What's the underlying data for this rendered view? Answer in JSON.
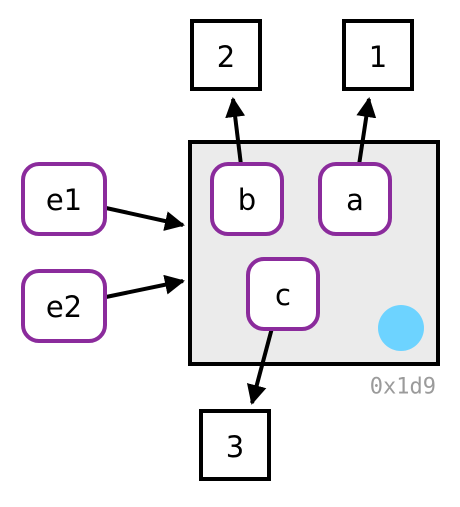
{
  "environment": {
    "id_label": "0x1d9",
    "fill_color": "#ebebeb",
    "border_color": "#000000",
    "dot_color": "#6dd3ff"
  },
  "binding_color": "#8b2b9c",
  "values": {
    "one": "1",
    "two": "2",
    "three": "3"
  },
  "bindings": {
    "a": "a",
    "b": "b",
    "c": "c",
    "e1": "e1",
    "e2": "e2"
  }
}
